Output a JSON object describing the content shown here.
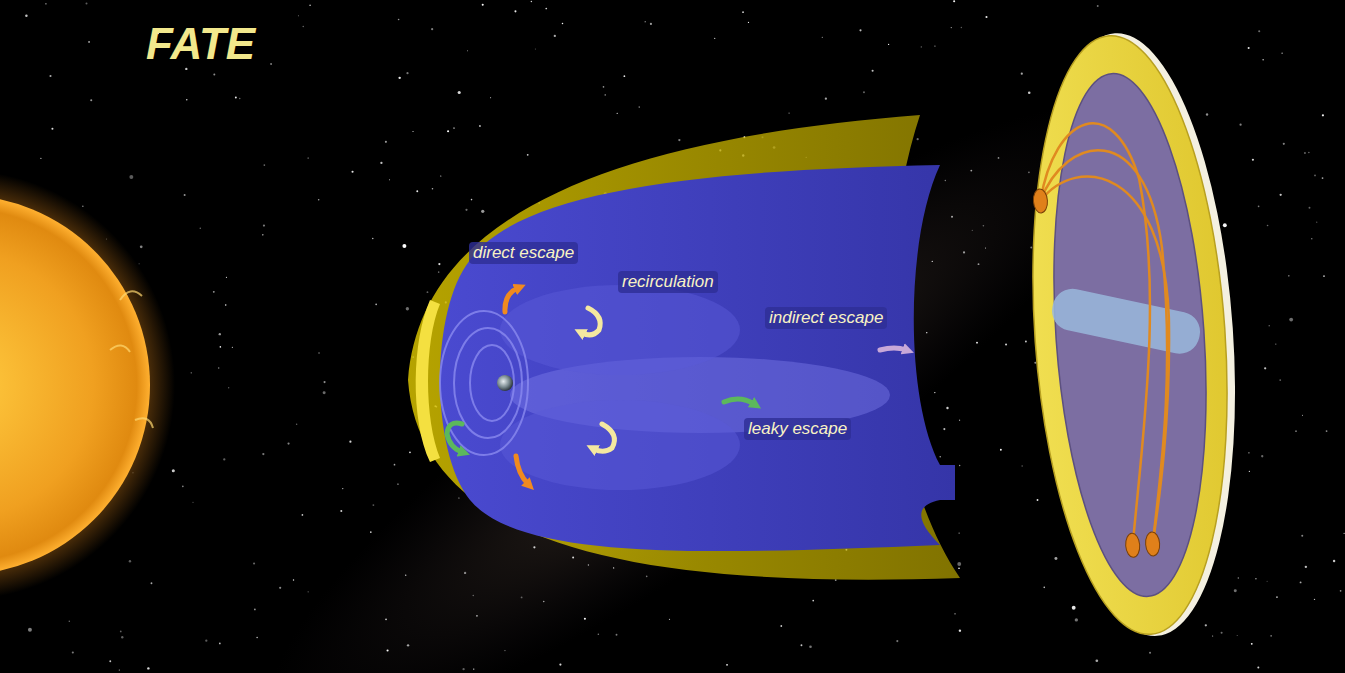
{
  "diagram": {
    "title": "FATE",
    "labels": [
      "direct escape",
      "recirculation",
      "indirect escape",
      "leaky escape"
    ]
  }
}
